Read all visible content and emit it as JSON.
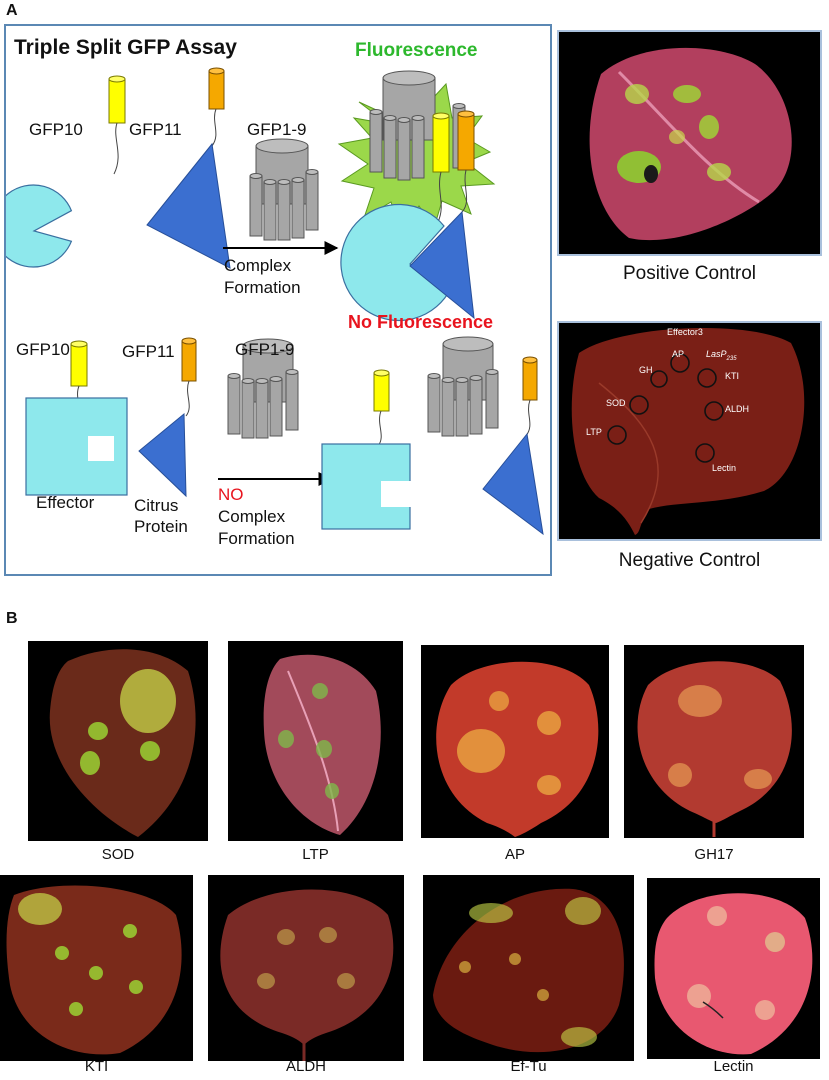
{
  "panel_a": {
    "letter": "A",
    "title": "Triple Split GFP Assay",
    "fluorescence_label": "Fluorescence",
    "no_fluorescence_label": "No Fluorescence",
    "top_row": {
      "gfp10": "GFP10",
      "gfp11": "GFP11",
      "gfp1_9": "GFP1-9",
      "arrow_line1": "Complex",
      "arrow_line2": "Formation"
    },
    "bottom_row": {
      "gfp10": "GFP10",
      "gfp11": "GFP11",
      "gfp1_9": "GFP1-9",
      "effector": "Effector",
      "citrus_line1": "Citrus",
      "citrus_line2": "Protein",
      "no_label": "NO",
      "arrow_line1": "Complex",
      "arrow_line2": "Formation"
    },
    "positive_control": "Positive Control",
    "negative_control": "Negative Control",
    "negative_leaf_labels": {
      "effector3": "Effector3",
      "ap": "AP",
      "lasp_main": "LasP",
      "lasp_sub": "235",
      "gh": "GH",
      "kti": "KTI",
      "sod": "SOD",
      "aldh": "ALDH",
      "ltp": "LTP",
      "lectin": "Lectin"
    }
  },
  "panel_b": {
    "letter": "B",
    "photos": [
      "SOD",
      "LTP",
      "AP",
      "GH17",
      "KTI",
      "ALDH",
      "Ef-Tu",
      "Lectin"
    ]
  },
  "colors": {
    "cyan_shape": "#8ee8ec",
    "blue_triangle": "#3b6fd0",
    "gfp10_yellow": "#ffff00",
    "gfp11_orange": "#f5a800",
    "barrel_gray": "#a6a6a6",
    "fluorescence_green": "#2db82d",
    "no_fluorescence_red": "#e8141e",
    "box_border": "#5b88b4"
  }
}
